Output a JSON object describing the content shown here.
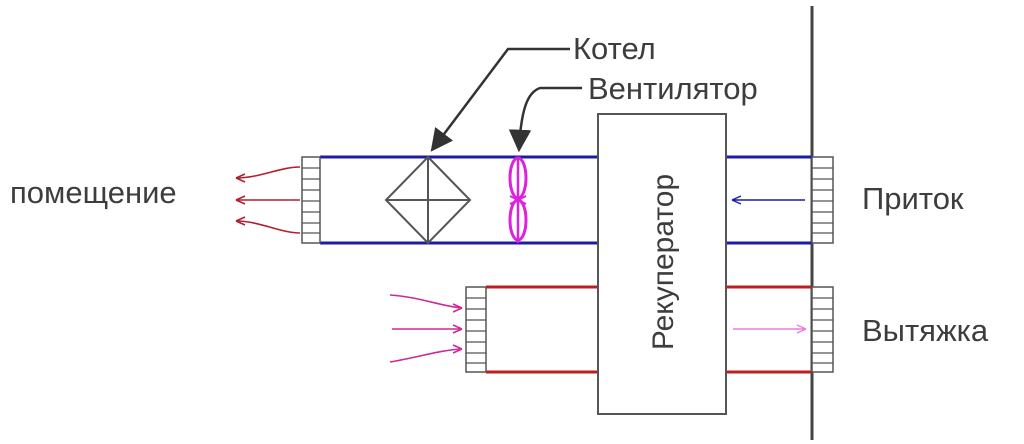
{
  "labels": {
    "boiler": "Котел",
    "fan": "Вентилятор",
    "room": "помещение",
    "supply": "Приток",
    "exhaust": "Вытяжка",
    "recuperator": "Рекуператор"
  },
  "colors": {
    "supply_duct": "#1c1ca8",
    "exhaust_duct": "#c01c1c",
    "room_arrows": "#b02030",
    "supply_arrow": "#1c1ca8",
    "exhaust_in_arrows": "#cc2a9a",
    "exhaust_out_arrow": "#ee7adc",
    "fan": "#dd22dd",
    "outline": "#555555"
  }
}
